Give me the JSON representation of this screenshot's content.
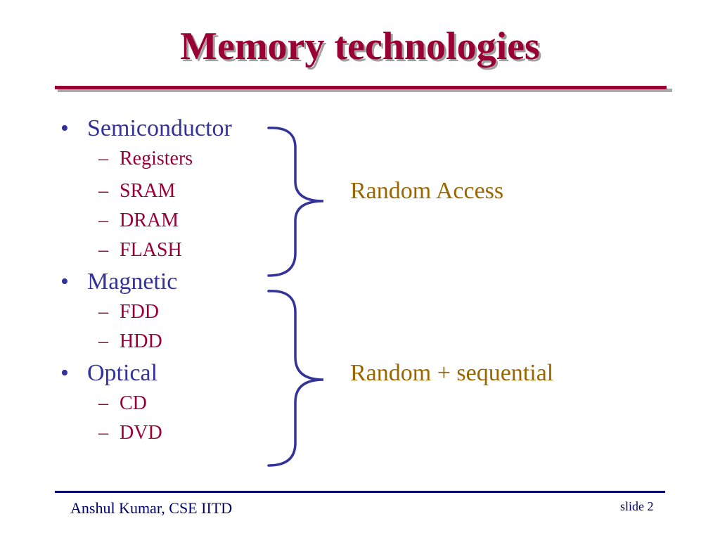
{
  "title": "Memory technologies",
  "groups": [
    {
      "label": "Semiconductor",
      "items": [
        "Registers",
        "SRAM",
        "DRAM",
        "FLASH"
      ]
    },
    {
      "label": "Magnetic",
      "items": [
        "FDD",
        "HDD"
      ]
    },
    {
      "label": "Optical",
      "items": [
        "CD",
        "DVD"
      ]
    }
  ],
  "bullet_symbol": "•",
  "dash_symbol": "–",
  "annotations": {
    "random_access": "Random Access",
    "random_sequential": "Random + sequential"
  },
  "footer": {
    "author": "Anshul Kumar, CSE IITD",
    "slide": "slide 2"
  },
  "colors": {
    "title": "#990033",
    "bullets": "#333399",
    "sub_items": "#990033",
    "annotations": "#996600",
    "braces": "#333399"
  }
}
